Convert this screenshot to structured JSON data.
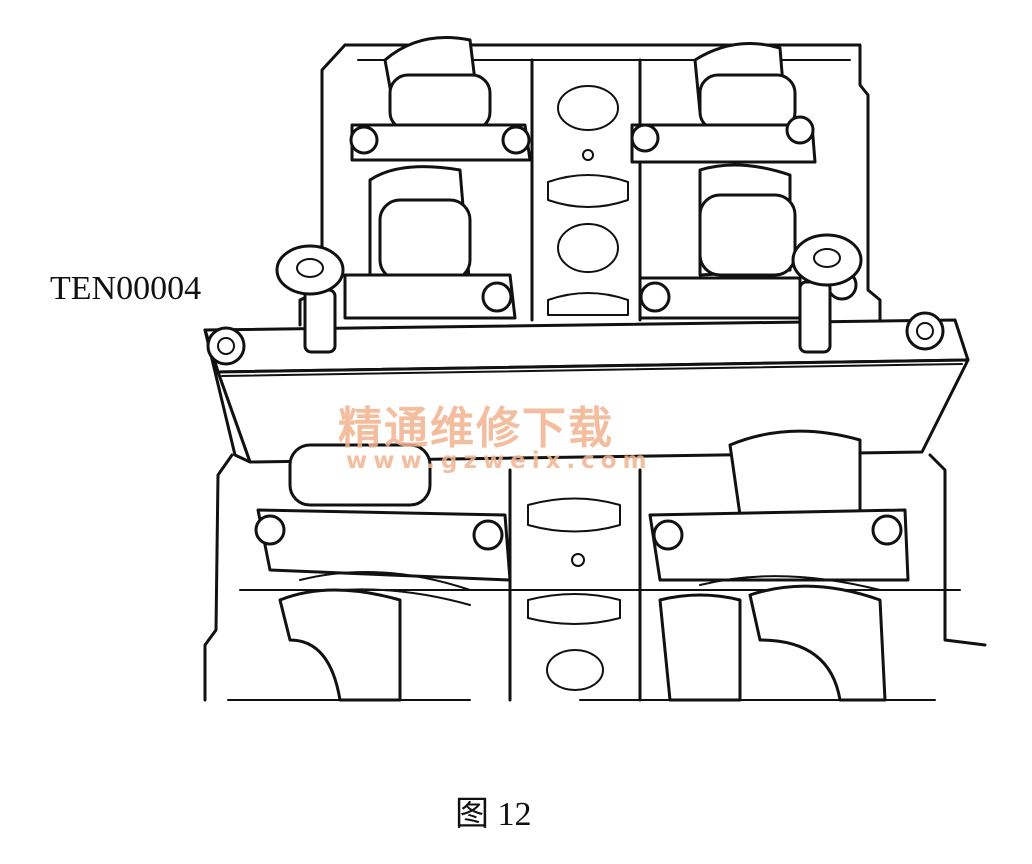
{
  "labels": {
    "tool_code": "TEN00004",
    "figure_caption": "图 12"
  },
  "watermark": {
    "chinese": "精通维修下载",
    "url": "www.gzweix.com",
    "color": "#f2b38f"
  }
}
